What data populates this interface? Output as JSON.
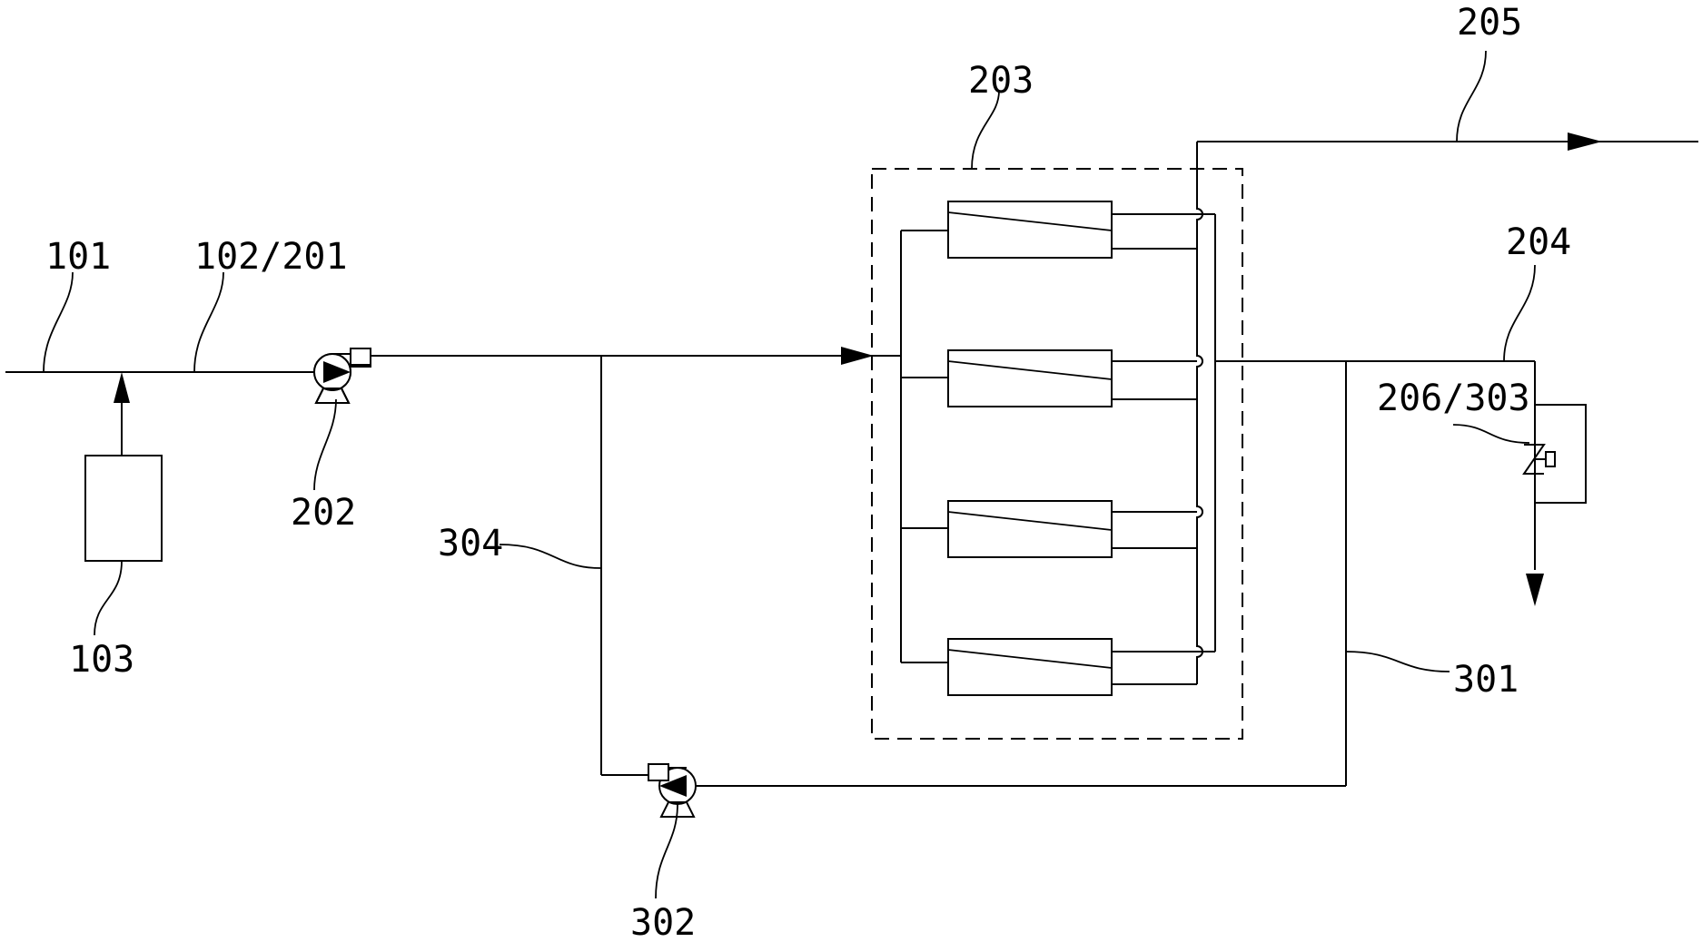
{
  "labels": {
    "l101": "101",
    "l102": "102/201",
    "l103": "103",
    "l202": "202",
    "l203": "203",
    "l204": "204",
    "l205": "205",
    "l206": "206/303",
    "l301": "301",
    "l302": "302",
    "l304": "304"
  },
  "components": {
    "membrane_modules": 4,
    "pumps": [
      "202",
      "302"
    ],
    "valve": "206/303",
    "tank": "103"
  }
}
